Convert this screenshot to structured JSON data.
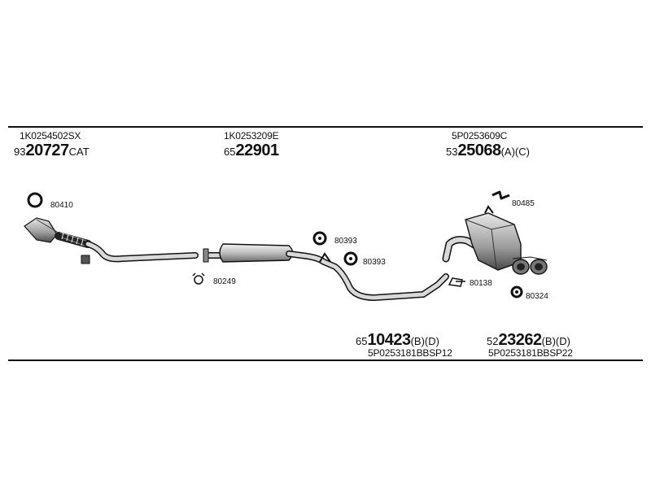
{
  "groups": [
    {
      "oe": "1K0254502SX",
      "prefix": "93",
      "main": "20727",
      "suffix": "CAT"
    },
    {
      "oe": "1K0253209E",
      "prefix": "65",
      "main": "22901",
      "suffix": ""
    },
    {
      "oe": "5P0253609C",
      "prefix": "53",
      "main": "25068",
      "suffix": "(A)(C)"
    }
  ],
  "bottom_groups": [
    {
      "prefix": "65",
      "main": "10423",
      "suffix": "(B)(D)",
      "oe": "5P0253181BBSP12"
    },
    {
      "prefix": "52",
      "main": "23262",
      "suffix": "(B)(D)",
      "oe": "5P0253181BBSP22"
    }
  ],
  "labels": {
    "l80410": "80410",
    "l80249": "80249",
    "l80393a": "80393",
    "l80393b": "80393",
    "l80485": "80485",
    "l80138": "80138",
    "l80324": "80324"
  }
}
